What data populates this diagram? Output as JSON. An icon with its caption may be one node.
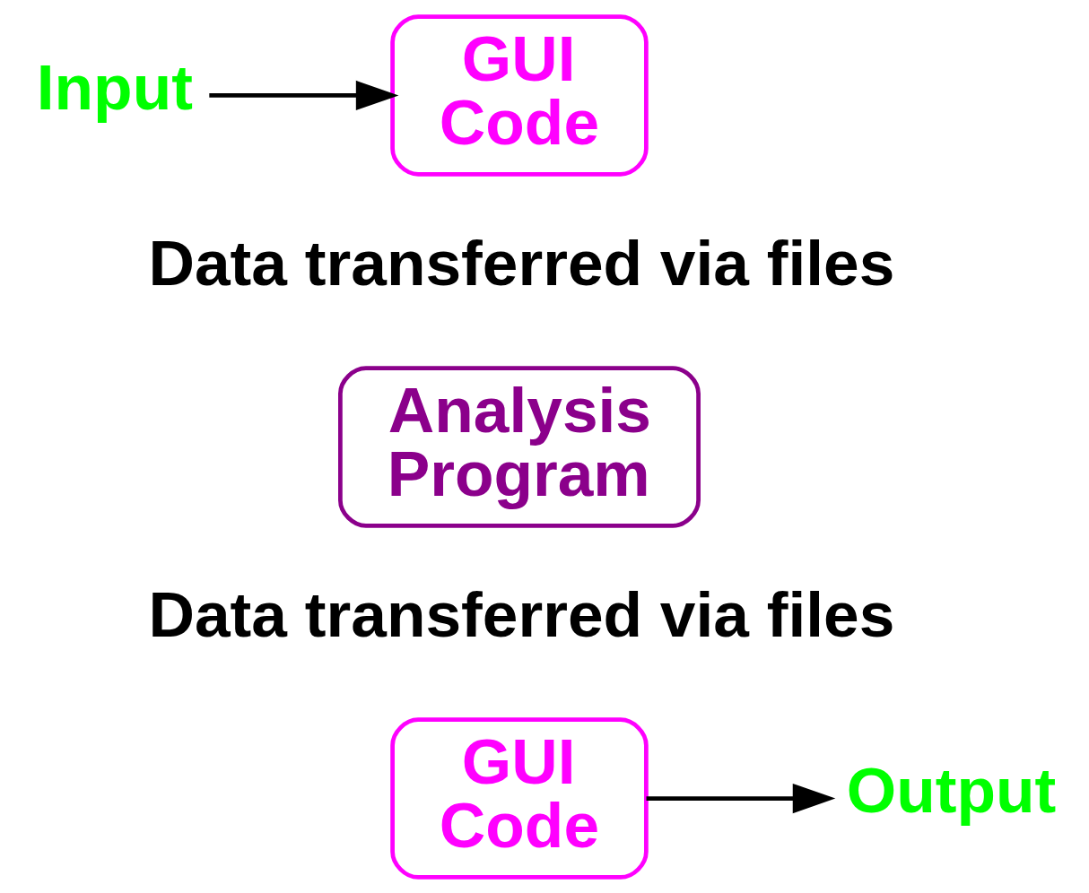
{
  "diagram": {
    "nodes": [
      {
        "text": [
          "Input"
        ]
      },
      {
        "text": [
          "GUI Code"
        ]
      },
      {
        "text": [
          "Analysis Program"
        ]
      },
      {
        "text": [
          "GUI Code"
        ]
      },
      {
        "text": [
          "Output"
        ]
      }
    ],
    "edges": [
      {
        "from": 0,
        "to": 1,
        "arrow": "to"
      },
      {
        "from": 3,
        "to": 4,
        "arrow": "to"
      }
    ],
    "labels": [
      "Data transferred via files",
      "Data transferred via files"
    ]
  }
}
